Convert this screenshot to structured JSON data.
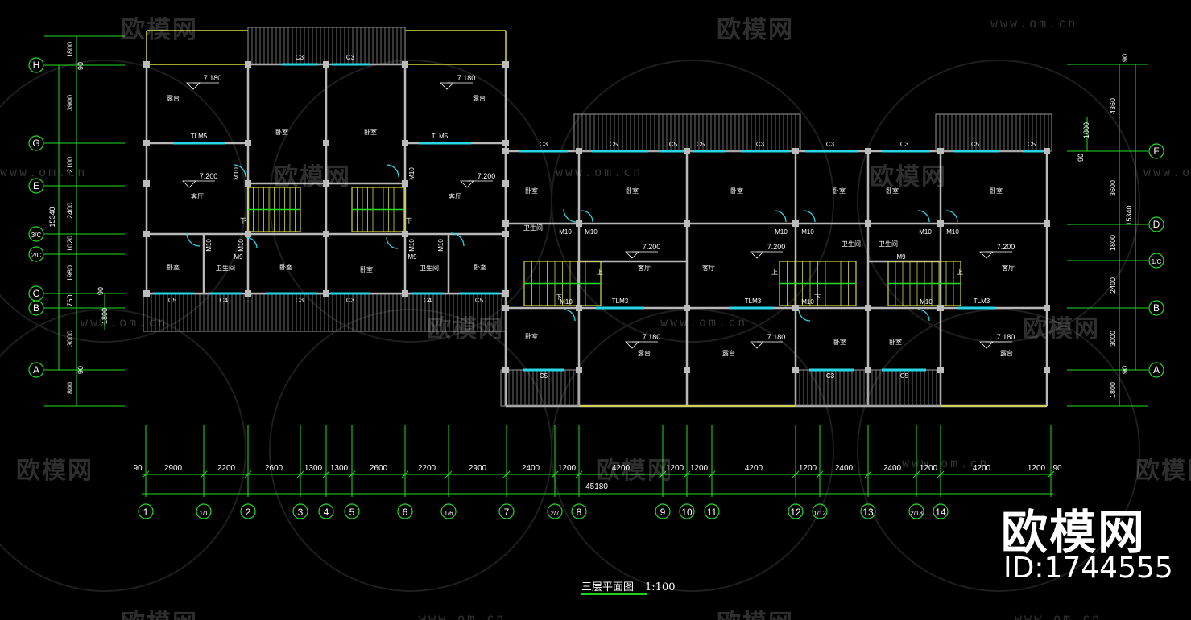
{
  "watermark": {
    "brand": "欧模网",
    "url": "www.om.cn",
    "brand_id": "ID:1744555"
  },
  "drawing": {
    "title": "三层平面图",
    "scale": "1:100"
  },
  "bottom_dims": {
    "segments": [
      "90",
      "2900",
      "2200",
      "2600",
      "1300",
      "1300",
      "2600",
      "2200",
      "2900",
      "2400",
      "1200",
      "4200",
      "1200",
      "1200",
      "4200",
      "1200",
      "2400",
      "2400",
      "1200",
      "4200",
      "1200",
      "90"
    ],
    "total": "45180"
  },
  "grid_columns": [
    "1",
    "1/1",
    "2",
    "3",
    "4",
    "5",
    "6",
    "1/6",
    "7",
    "2/7",
    "8",
    "9",
    "10",
    "11",
    "12",
    "1/12",
    "13",
    "2/13",
    "14"
  ],
  "left_axes": {
    "rows": [
      "H",
      "G",
      "E",
      "3/C",
      "2/C",
      "C",
      "B",
      "A"
    ],
    "dims": [
      "1800",
      "90",
      "3900",
      "2100",
      "2400",
      "1020",
      "1980",
      "760",
      "3000",
      "90",
      "1800"
    ],
    "total": "15340",
    "sub_dims": [
      "90",
      "1800"
    ]
  },
  "right_axes": {
    "rows": [
      "F",
      "D",
      "1/C",
      "B",
      "A"
    ],
    "dims": [
      "90",
      "4360",
      "3600",
      "1800",
      "2400",
      "3000",
      "90",
      "1800"
    ],
    "total": "15340",
    "sub_dims": [
      "1800",
      "90"
    ]
  },
  "room_labels": {
    "balcony": "露台",
    "bedroom": "卧室",
    "living": "客厅",
    "bathroom": "卫生间",
    "stair_down": "下",
    "stair_up": "上"
  },
  "levels": {
    "l1": "7.180",
    "l2": "7.200"
  },
  "tags": {
    "c3": "C3",
    "c4": "C4",
    "c5": "C5",
    "tlm5": "TLM5",
    "tlm3": "TLM3",
    "m9": "M9",
    "m10": "M10"
  }
}
